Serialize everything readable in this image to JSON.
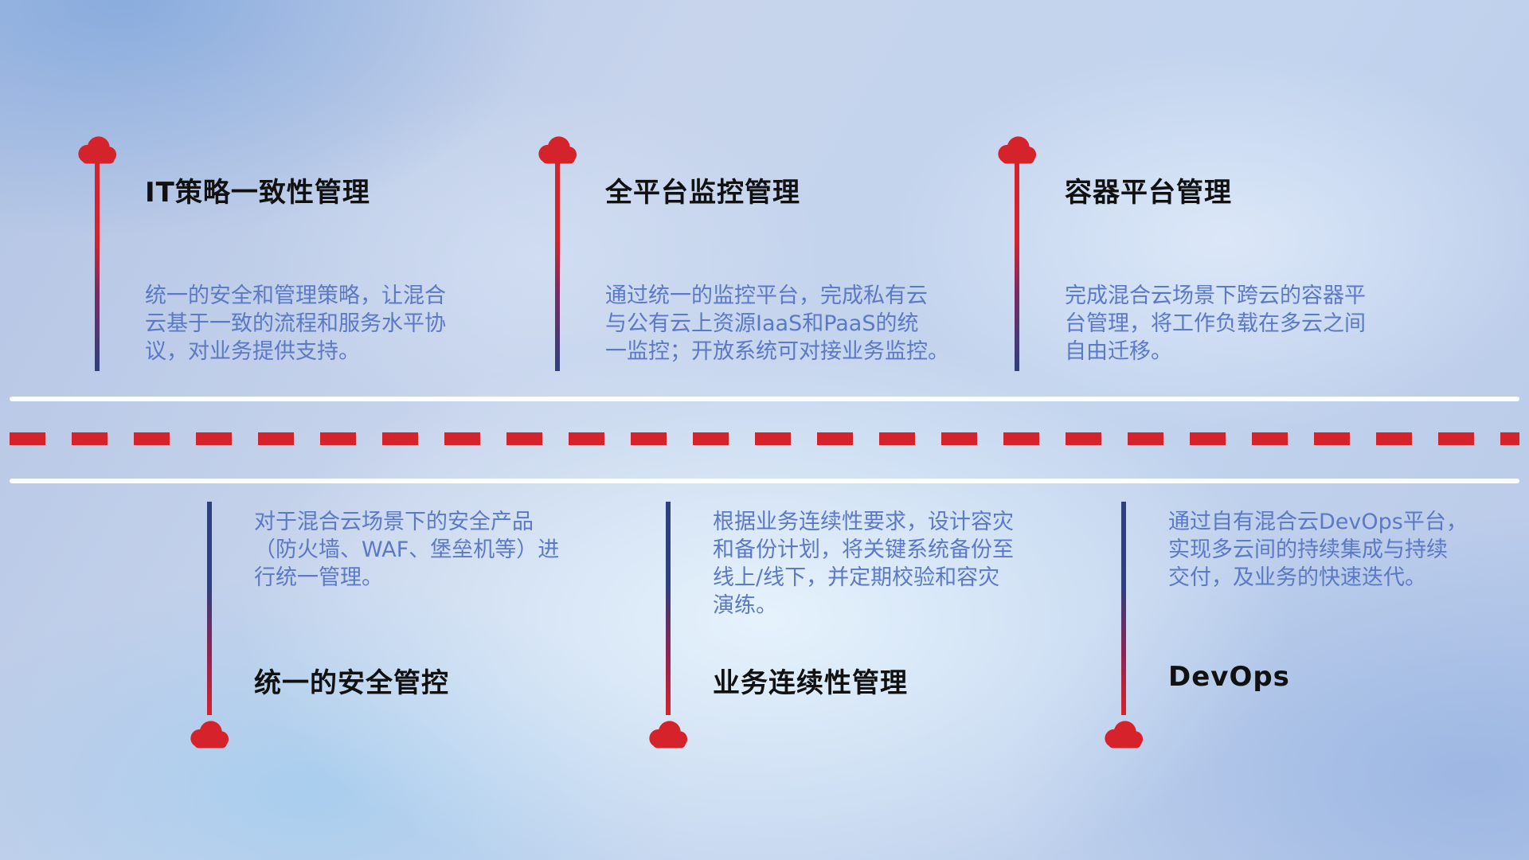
{
  "colors": {
    "accent_red": "#d5232b",
    "line_navy": "#2f3f80",
    "desc_blue": "#5b79c4",
    "title_color": "#111111"
  },
  "top_items": [
    {
      "title": "IT策略一致性管理",
      "description": "统一的安全和管理策略，让混合\n云基于一致的流程和服务水平协\n议，对业务提供支持。"
    },
    {
      "title": "全平台监控管理",
      "description": "通过统一的监控平台，完成私有云\n与公有云上资源IaaS和PaaS的统\n一监控；开放系统可对接业务监控。"
    },
    {
      "title": "容器平台管理",
      "description": "完成混合云场景下跨云的容器平\n台管理，将工作负载在多云之间\n自由迁移。"
    }
  ],
  "bottom_items": [
    {
      "title": "统一的安全管控",
      "description": "对于混合云场景下的安全产品\n（防火墙、WAF、堡垒机等）进\n行统一管理。"
    },
    {
      "title": "业务连续性管理",
      "description": "根据业务连续性要求，设计容灾\n和备份计划，将关键系统备份至\n线上/线下，并定期校验和容灾\n演练。"
    },
    {
      "title": "DevOps",
      "description": "通过自有混合云DevOps平台，\n实现多云间的持续集成与持续\n交付，及业务的快速迭代。"
    }
  ]
}
